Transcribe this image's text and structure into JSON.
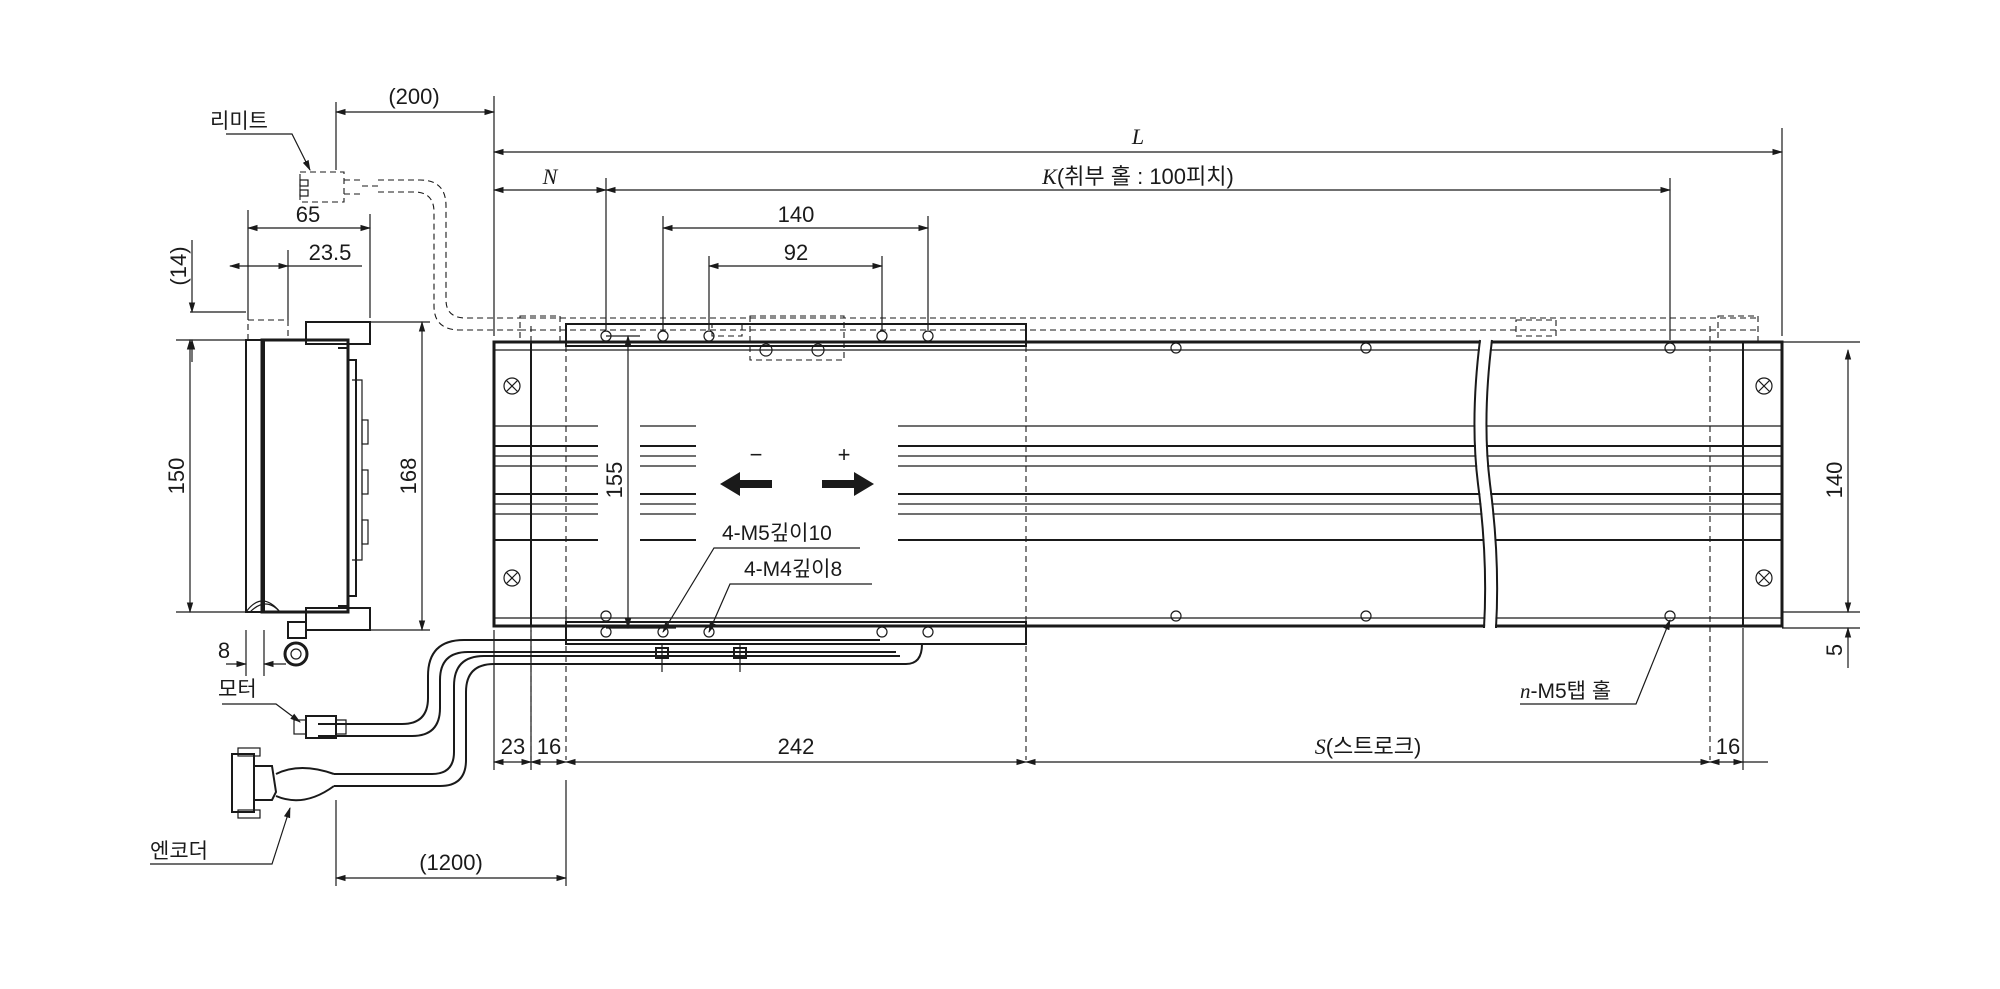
{
  "labels": {
    "limit": "리미트",
    "motor": "모터",
    "encoder": "엔코더",
    "mount_holes": "K(취부 홀 : 100피치)",
    "mount_holes_var": "K",
    "mount_holes_rest": "(취부 홀 : 100피치)",
    "tap_holes_var": "n",
    "tap_holes_rest": "-M5탭 홀",
    "stroke_var": "S",
    "stroke_rest": "(스트로크)",
    "hole_m5": "4-M5깊이10",
    "hole_m4": "4-M4깊이8",
    "dir_minus": "−",
    "dir_plus": "+"
  },
  "dimensions": {
    "d200": "(200)",
    "dL": "L",
    "dN": "N",
    "d140_top": "140",
    "d92": "92",
    "d65": "65",
    "d23_5": "23.5",
    "d14": "(14)",
    "d150": "150",
    "d168": "168",
    "d155": "155",
    "d140_right": "140",
    "d5": "5",
    "d8": "8",
    "d23": "23",
    "d16_left": "16",
    "d242": "242",
    "d16_right": "16",
    "d1200": "(1200)"
  }
}
